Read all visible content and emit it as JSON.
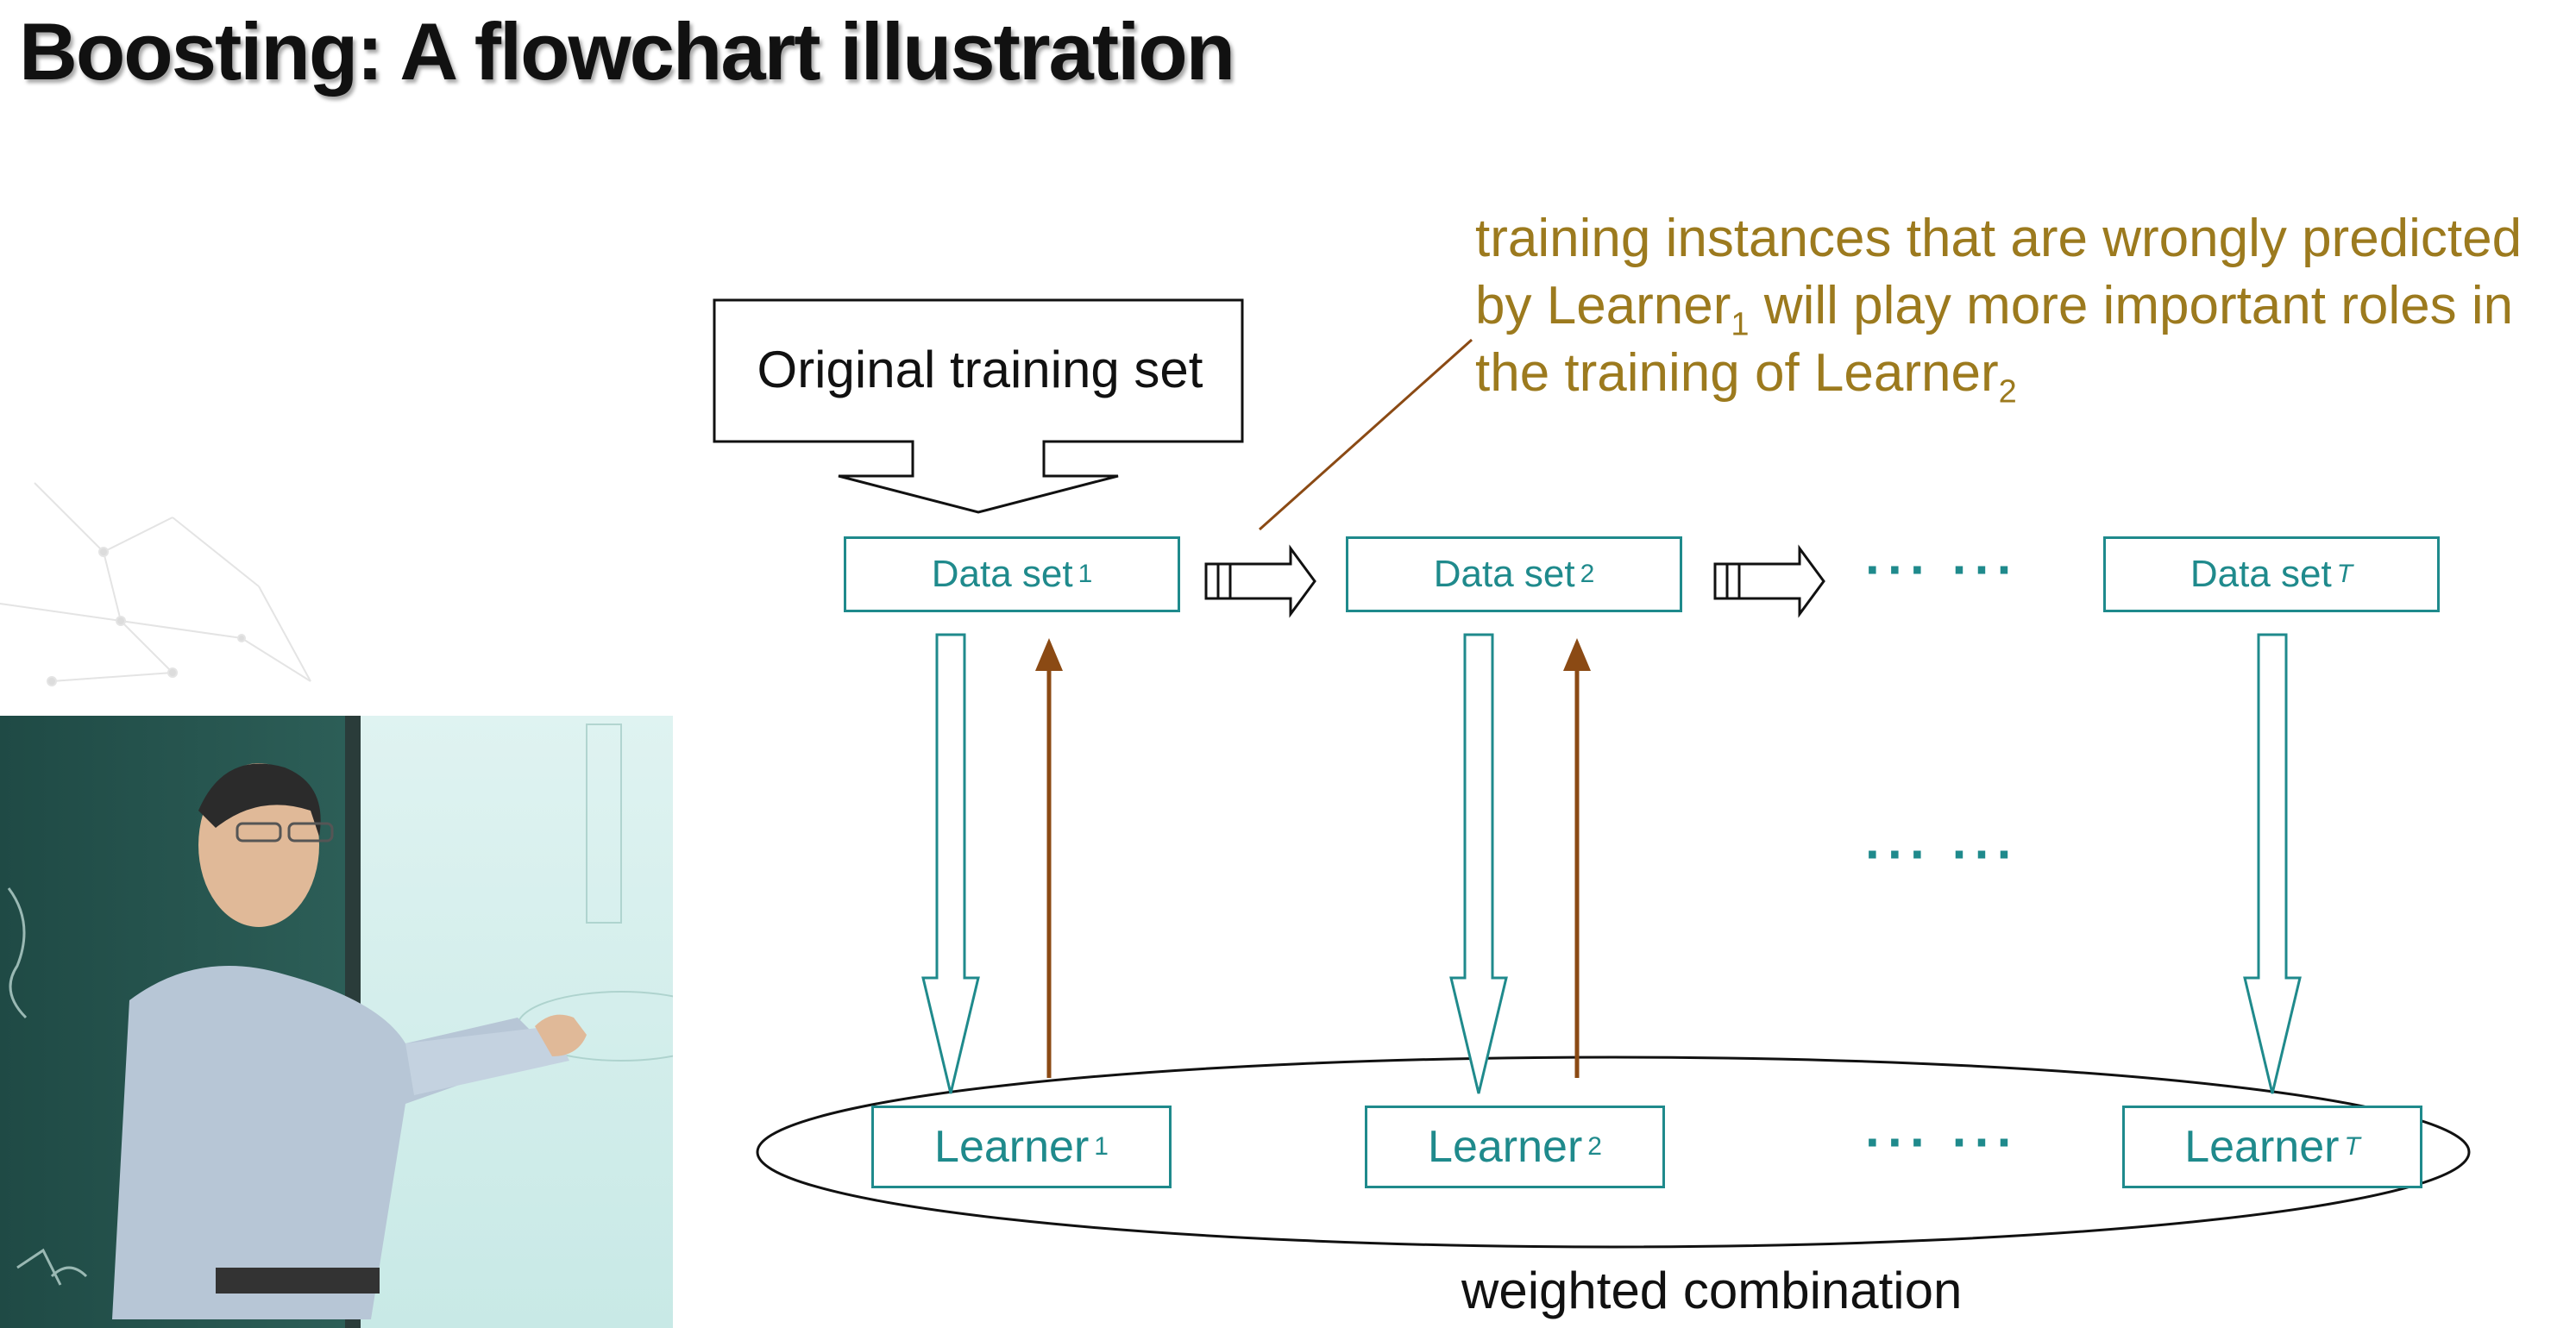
{
  "slide": {
    "title": "Boosting: A flowchart illustration",
    "annotation": {
      "line1": "training instances that are wrongly predicted",
      "line2_prefix": "by Learner",
      "line2_sub": "1",
      "line2_suffix": " will play more important roles in",
      "line3_prefix": "the training of Learner",
      "line3_sub": "2"
    },
    "original_training_set": "Original training set",
    "datasets": [
      {
        "label": "Data set",
        "sub": "1"
      },
      {
        "label": "Data set",
        "sub": "2"
      },
      {
        "label": "Data set",
        "sub": "T"
      }
    ],
    "learners": [
      {
        "label": "Learner",
        "sub": "1"
      },
      {
        "label": "Learner",
        "sub": "2"
      },
      {
        "label": "Learner",
        "sub": "T"
      }
    ],
    "ellipsis": "··· ···",
    "combination_label": "weighted combination"
  },
  "colors": {
    "teal": "#1f8a8c",
    "brown": "#8b4a14",
    "annotation": "#9c7a1e"
  }
}
